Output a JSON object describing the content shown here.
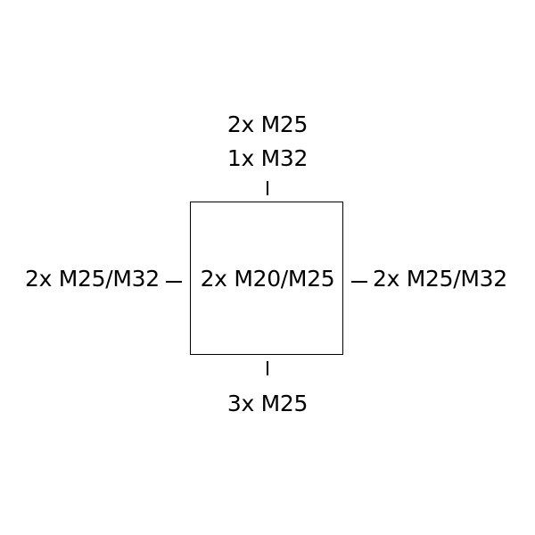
{
  "diagram": {
    "center_label": "2x M20/M25",
    "top_line1": "2x M25",
    "top_line2": "1x M32",
    "left_label": "2x M25/M32",
    "right_label": "2x M25/M32",
    "bottom_label": "3x M25"
  }
}
